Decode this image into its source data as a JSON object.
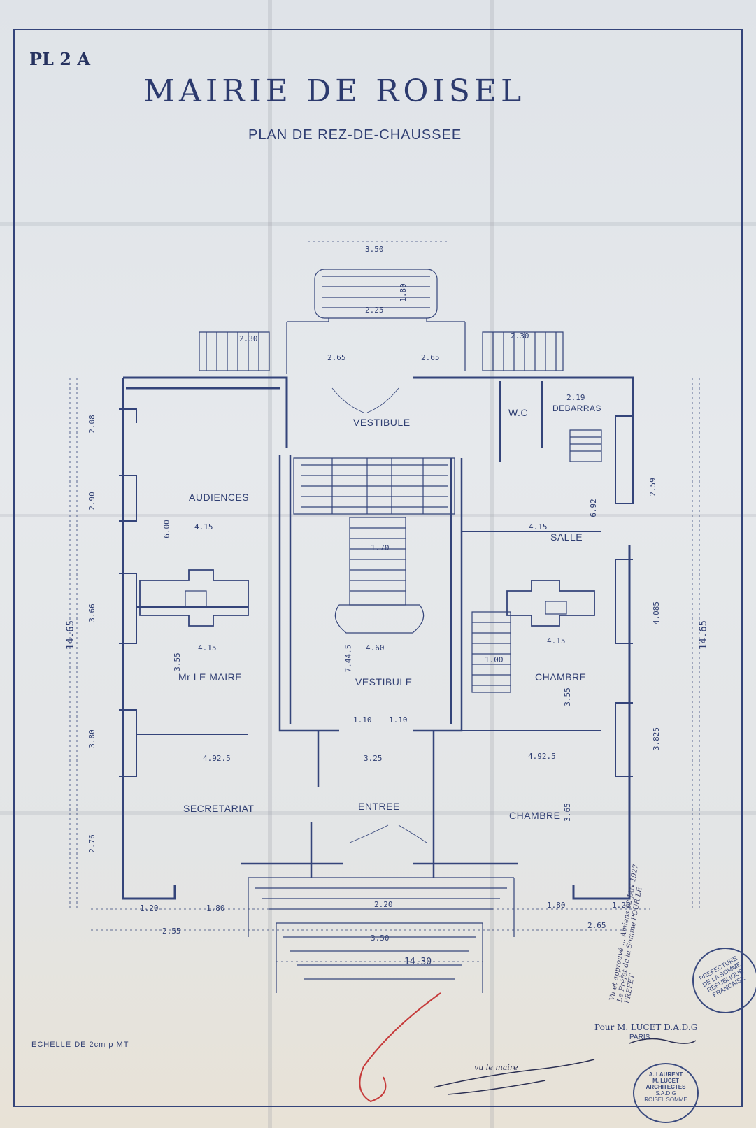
{
  "sheet_ref": "PL 2 A",
  "title": "MAIRIE DE ROISEL",
  "subtitle": "PLAN DE REZ-DE-CHAUSSEE",
  "rooms": {
    "audiences": "AUDIENCES",
    "maire": "Mr LE MAIRE",
    "secretariat": "SECRETARIAT",
    "vestibule_top": "VESTIBULE",
    "vestibule_mid": "VESTIBULE",
    "entree": "ENTREE",
    "wc": "W.C",
    "debarras": "DEBARRAS",
    "salle": "SALLE",
    "chambre_1": "CHAMBRE",
    "chambre_2": "CHAMBRE"
  },
  "dimensions": {
    "d1": "3.50",
    "d2": "2.25",
    "d3": "1.80",
    "d4": "2.30",
    "d5": "2.30",
    "d6": "2.65",
    "d7": "2.65",
    "d8": "14.65",
    "d9": "14.65",
    "d10": "4.15",
    "d11": "4.15",
    "d12": "4.15",
    "d13": "4.15",
    "d14": "4.92.5",
    "d15": "4.92.5",
    "d16": "4.60",
    "d17": "3.25",
    "d18": "1.10",
    "d19": "1.10",
    "d20": "2.20",
    "d21": "3.50",
    "d22": "14.30",
    "d23": "2.55",
    "d24": "2.65",
    "d25": "1.20",
    "d26": "1.80",
    "d27": "1.80",
    "d28": "1.20",
    "d29": "1.70",
    "d30": "7.44.5",
    "d31": "6.00",
    "d32": "2.19",
    "d33": "1.00",
    "d34": "2.08",
    "d35": "2.90",
    "d36": "3.66",
    "d37": "3.80",
    "d38": "2.76",
    "d39": "2.59",
    "d40": "6.92",
    "d41": "4.085",
    "d42": "3.825",
    "d43": "3.65",
    "d44": "3.55",
    "d45": "3.55"
  },
  "scale_note": "ECHELLE DE 2cm p MT",
  "approval": "Vu et approuvé ... Amiens 12 JAN 1927 Le Préfet de la Somme POUR LE PREFET",
  "stamp_prefecture": "PREFECTURE DE LA SOMME REPUBLIQUE FRANCAISE",
  "architect_line": "Pour M. LUCET D.A.D.G",
  "architect_city": "PARIS",
  "mayor_note": "vu le maire",
  "architect_stamp": {
    "l1": "A. LAURENT",
    "l2": "M. LUCET",
    "l3": "ARCHITECTES",
    "l4": "S.A.D.G",
    "l5": "ROISEL SOMME"
  }
}
